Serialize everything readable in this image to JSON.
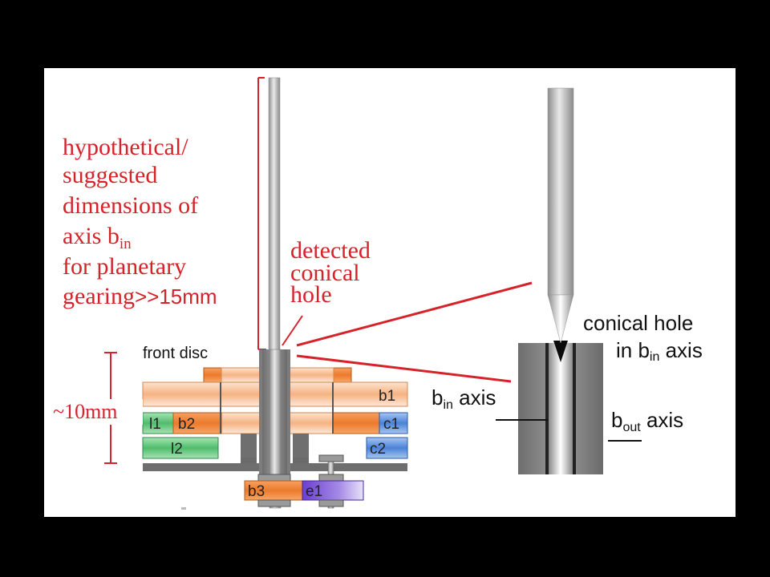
{
  "annotation": {
    "line1": "hypothetical/",
    "line2": "suggested",
    "line3": "dimensions of",
    "line4_pre": "axis b",
    "line4_sub": "in",
    "line5": "for planetary",
    "line6_pre": "gearing",
    "line6_arrow": ">>",
    "line6_value": "15mm"
  },
  "detected": {
    "line1": "detected",
    "line2": "conical",
    "line3": "hole"
  },
  "front_disc": "front disc",
  "height_label": "~10mm",
  "gears": {
    "b1": "b1",
    "l1": "l1",
    "b2": "b2",
    "c1": "c1",
    "l2": "l2",
    "c2": "c2",
    "b3": "b3",
    "e1": "e1"
  },
  "detail": {
    "conical_line1": "conical hole",
    "conical_line2_pre": "in b",
    "conical_line2_sub": "in",
    "conical_line2_post": " axis",
    "bin_pre": "b",
    "bin_sub": "in",
    "bin_post": " axis",
    "bout_pre": "b",
    "bout_sub": "out",
    "bout_post": " axis"
  },
  "colors": {
    "annotation_red": "#d6232a",
    "gear_orange": "#f28a3c",
    "gear_light_orange": "#fbd7bb",
    "gear_green": "#5fc27a",
    "gear_blue": "#4f86d8",
    "gear_purple": "#7a52d4",
    "frame_gray": "#707070"
  }
}
